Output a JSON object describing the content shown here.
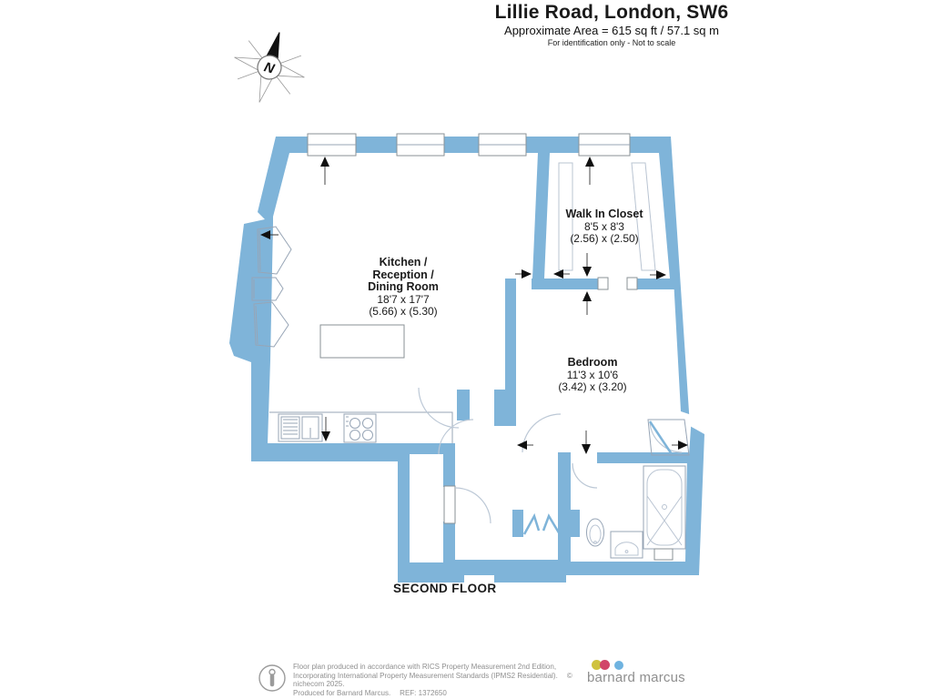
{
  "header": {
    "title": "Lillie Road, London, SW6",
    "area": "Approximate Area = 615 sq ft / 57.1 sq m",
    "disclaimer": "For identification only - Not to scale"
  },
  "compass": {
    "label": "N"
  },
  "labels": {
    "kitchen": {
      "l1": "Kitchen /",
      "l2": "Reception /",
      "l3": "Dining Room",
      "ft": "18'7 x 17'7",
      "m": "(5.66) x (5.30)"
    },
    "closet": {
      "l1": "Walk In Closet",
      "ft": "8'5 x 8'3",
      "m": "(2.56) x (2.50)"
    },
    "bedroom": {
      "l1": "Bedroom",
      "ft": "11'3 x 10'6",
      "m": "(3.42) x (3.20)"
    }
  },
  "floor_label": "SECOND FLOOR",
  "footer": {
    "line1": "Floor plan produced in accordance with RICS Property Measurement 2nd Edition,",
    "line2": "Incorporating International Property Measurement Standards (IPMS2 Residential).",
    "copyright": "© nichecom 2025.",
    "line3": "Produced for Barnard Marcus.",
    "ref": "REF: 1372650",
    "brand": "barnard marcus"
  },
  "colors": {
    "wall_blue": "#7fb4d9",
    "fixture_gray": "#97a5b6",
    "text_black": "#1a1a1a",
    "footer_gray": "#8f8f8f",
    "logo_yellow": "#cfc23e",
    "logo_red": "#d14569",
    "logo_blue": "#6fb3e0"
  }
}
